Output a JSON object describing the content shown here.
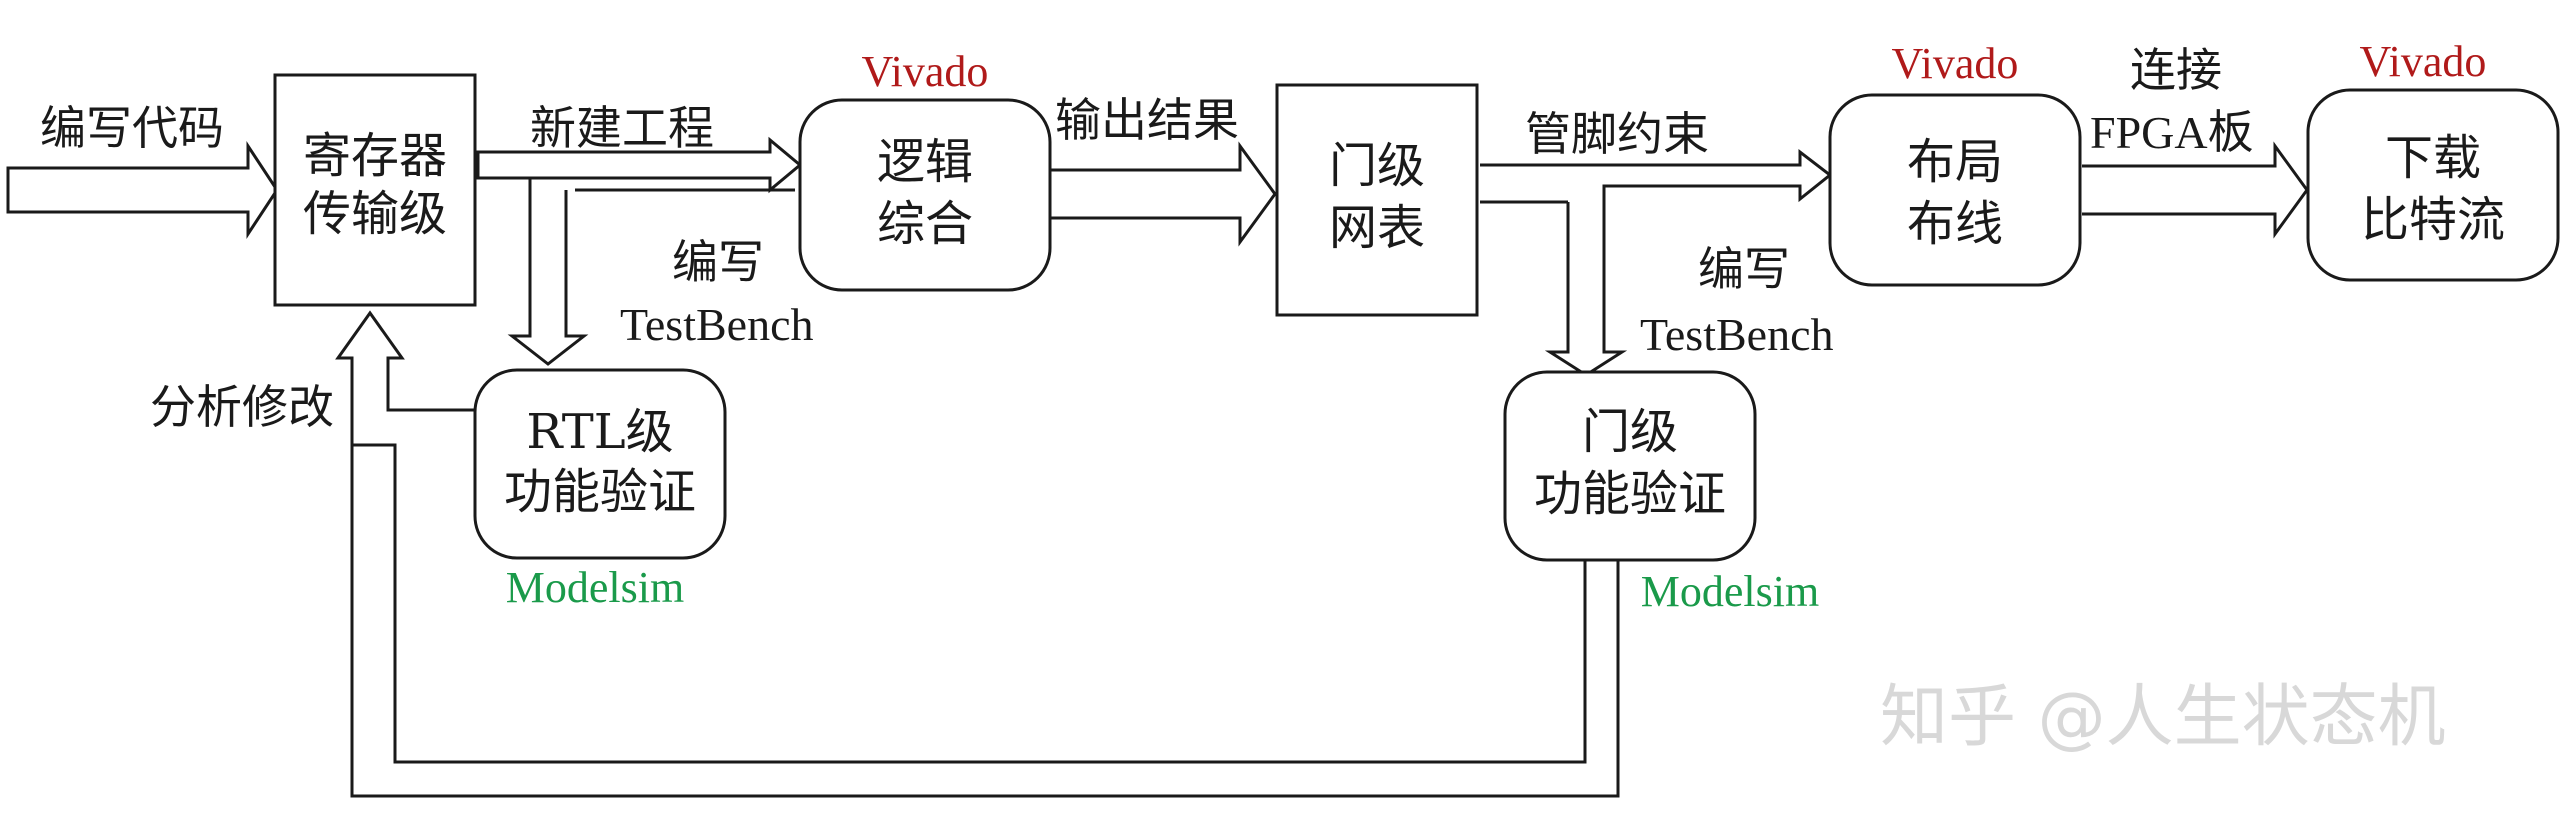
{
  "colors": {
    "stroke": "#1a1a1a",
    "tool_vivado": "#b01a1a",
    "tool_modelsim": "#1a9a4a",
    "watermark": "#d8d8d8"
  },
  "nodes": {
    "rtl": {
      "line1": "寄存器",
      "line2": "传输级"
    },
    "synth": {
      "line1": "逻辑",
      "line2": "综合"
    },
    "netlist": {
      "line1": "门级",
      "line2": "网表"
    },
    "pnr": {
      "line1": "布局",
      "line2": "布线"
    },
    "download": {
      "line1": "下载",
      "line2": "比特流"
    },
    "rtl_verify": {
      "line1": "RTL级",
      "line2": "功能验证"
    },
    "gate_verify": {
      "line1": "门级",
      "line2": "功能验证"
    }
  },
  "tools": {
    "synth": "Vivado",
    "pnr": "Vivado",
    "download": "Vivado",
    "rtl_verify": "Modelsim",
    "gate_verify": "Modelsim"
  },
  "edges": {
    "input": "编写代码",
    "new_project": "新建工程",
    "tb1_line1": "编写",
    "tb1_line2": "TestBench",
    "analyze": "分析修改",
    "output_result": "输出结果",
    "pin_constraint": "管脚约束",
    "tb2_line1": "编写",
    "tb2_line2": "TestBench",
    "connect_line1": "连接",
    "connect_line2": "FPGA板"
  },
  "watermark": "知乎 @人生状态机"
}
